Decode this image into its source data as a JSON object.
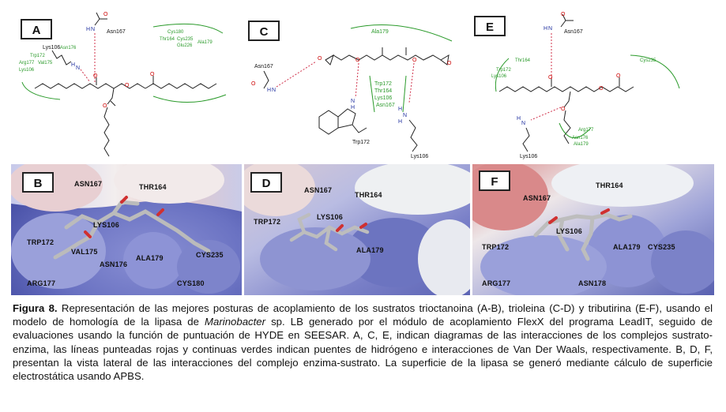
{
  "panels": {
    "A": {
      "letter": "A",
      "residues": {
        "asn167": "Asn167",
        "lys106": "Lys106",
        "asn176": "Asn176",
        "trp172": "Trp172",
        "arg177": "Arg177",
        "val175": "Val175",
        "lys106b": "Lys106",
        "cys180": "Cys180",
        "thr164": "Thr164",
        "cys235": "Cys235",
        "ala179": "Ala179",
        "glu226": "Glu226"
      }
    },
    "C": {
      "letter": "C",
      "residues": {
        "ala179": "Ala179",
        "asn167": "Asn167",
        "trp172": "Trp172",
        "trp172b": "Trp172",
        "thr164": "Thr164",
        "lys106": "Lys106",
        "asn167b": "Asn167",
        "lys106b": "Lys106"
      }
    },
    "E": {
      "letter": "E",
      "residues": {
        "asn167": "Asn167",
        "thr164": "Thr164",
        "trp172": "Trp172",
        "lys106": "Lys106",
        "cys235": "Cys235",
        "arg177": "Arg177",
        "asn176": "Asn176",
        "ala179": "Ala179",
        "lys106b": "Lys106"
      }
    },
    "B": {
      "letter": "B",
      "residues": {
        "asn167": "ASN167",
        "thr164": "THR164",
        "lys106": "LYS106",
        "trp172": "TRP172",
        "val175": "VAL175",
        "ala179": "ALA179",
        "cys235": "CYS235",
        "asn176": "ASN176",
        "arg177": "ARG177",
        "cys180": "CYS180"
      }
    },
    "D": {
      "letter": "D",
      "residues": {
        "asn167": "ASN167",
        "thr164": "THR164",
        "trp172": "TRP172",
        "lys106": "LYS106",
        "ala179": "ALA179"
      }
    },
    "F": {
      "letter": "F",
      "residues": {
        "asn167": "ASN167",
        "thr164": "THR164",
        "lys106": "LYS106",
        "trp172": "TRP172",
        "ala179": "ALA179",
        "cys235": "CYS235",
        "arg177": "ARG177",
        "asn178": "ASN178"
      }
    }
  },
  "atoms": {
    "N": "N",
    "H": "H",
    "O": "O",
    "H2N": "H",
    "NH3": "N"
  },
  "caption": {
    "title": "Figura 8.",
    "part1": " Representación de las mejores posturas de acoplamiento de los sustratos trioctanoina (A-B), trioleina (C-D) y tributirina (E-F), usando el modelo de homología de la lipasa de ",
    "organism": "Marinobacter",
    "part2": " sp. LB generado por el módulo de acoplamiento FlexX del programa LeadIT, seguido de evaluaciones usando la función de puntuación de HYDE en SEESAR. A, C, E, indican diagramas de las interacciones de los complejos sustrato-enzima, las líneas punteadas rojas y continuas verdes indican puentes de hidrógeno e interacciones de Van Der Waals, respectivamente. B, D, F, presentan la vista lateral de las interacciones del complejo enzima-sustrato. La superficie de la lipasa se generó mediante cálculo de superficie electrostática usando APBS."
  },
  "colors": {
    "hbond": "#d0304a",
    "vdw": "#2a9a2a",
    "electro_positive": "#5a63b8",
    "electro_negative": "#d96060",
    "neutral": "#f2f0f0"
  }
}
